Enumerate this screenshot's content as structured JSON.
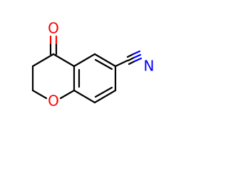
{
  "molecule": {
    "atoms": {
      "ketone_oxygen": "O",
      "ring_oxygen": "O",
      "nitrile_nitrogen": "N"
    },
    "colors": {
      "carbon_bonds": "#000000",
      "oxygen": "#ff0000",
      "nitrogen": "#0000ff",
      "background": "#ffffff"
    }
  }
}
